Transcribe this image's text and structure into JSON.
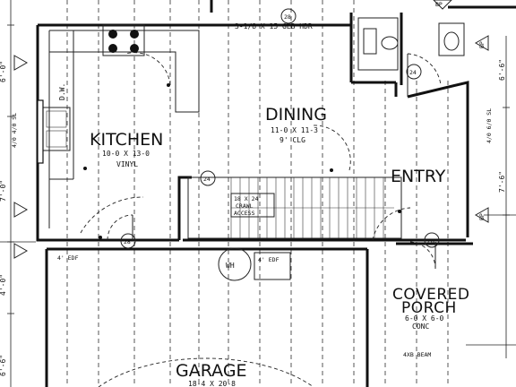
{
  "rooms": {
    "kitchen": {
      "name": "KITCHEN",
      "size": "10-0 X 13-0",
      "finish": "VINYL"
    },
    "dining": {
      "name": "DINING",
      "size": "11-0 X 11-3",
      "ceiling": "9' CLG"
    },
    "entry": {
      "name": "ENTRY"
    },
    "covered_porch": {
      "name1": "COVERED",
      "name2": "PORCH",
      "size": "6-0 X 6-0",
      "finish": "CONC"
    },
    "garage": {
      "name": "GARAGE",
      "size": "18-4 X 20-8"
    }
  },
  "labels": {
    "header": "3-1/8 X 15 GLB HDR",
    "dw": "D.W.",
    "wh": "WH",
    "beam": "4XB BEAM",
    "crawl_line1": "18 X 24",
    "crawl_line2": "CRAWL",
    "crawl_line3": "ACCESS",
    "sill_left": "4/0 4/0 SL",
    "sill_right": "4/0 6/0 SL",
    "bp": "BP",
    "door_24": "24",
    "door_28": "28",
    "edf": "4' EDF"
  },
  "dimensions": {
    "left_top": "6'-0\"",
    "left_mid": "7'-0\"",
    "left_low": "4'-0\"",
    "left_bottom": "6'-6\"",
    "right_top": "6'-6\"",
    "right_mid": "7'-6\""
  }
}
